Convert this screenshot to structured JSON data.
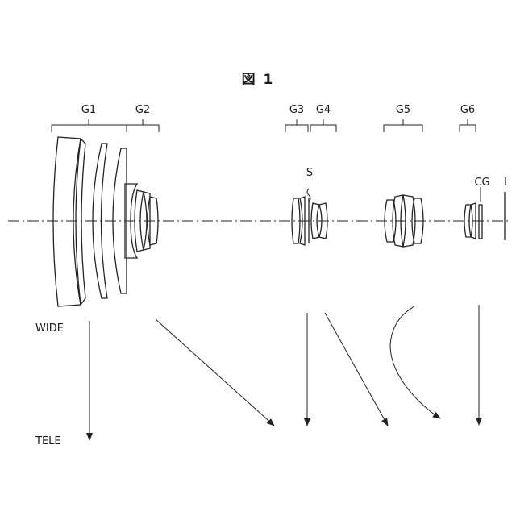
{
  "figure_title": "図 1",
  "groups": [
    {
      "id": "G1",
      "label": "G1"
    },
    {
      "id": "G2",
      "label": "G2"
    },
    {
      "id": "G3",
      "label": "G3"
    },
    {
      "id": "G4",
      "label": "G4"
    },
    {
      "id": "G5",
      "label": "G5"
    },
    {
      "id": "G6",
      "label": "G6"
    }
  ],
  "stop_label": "S",
  "cover_glass_label": "CG",
  "image_plane_label": "I",
  "wide_label": "WIDE",
  "tele_label": "TELE"
}
